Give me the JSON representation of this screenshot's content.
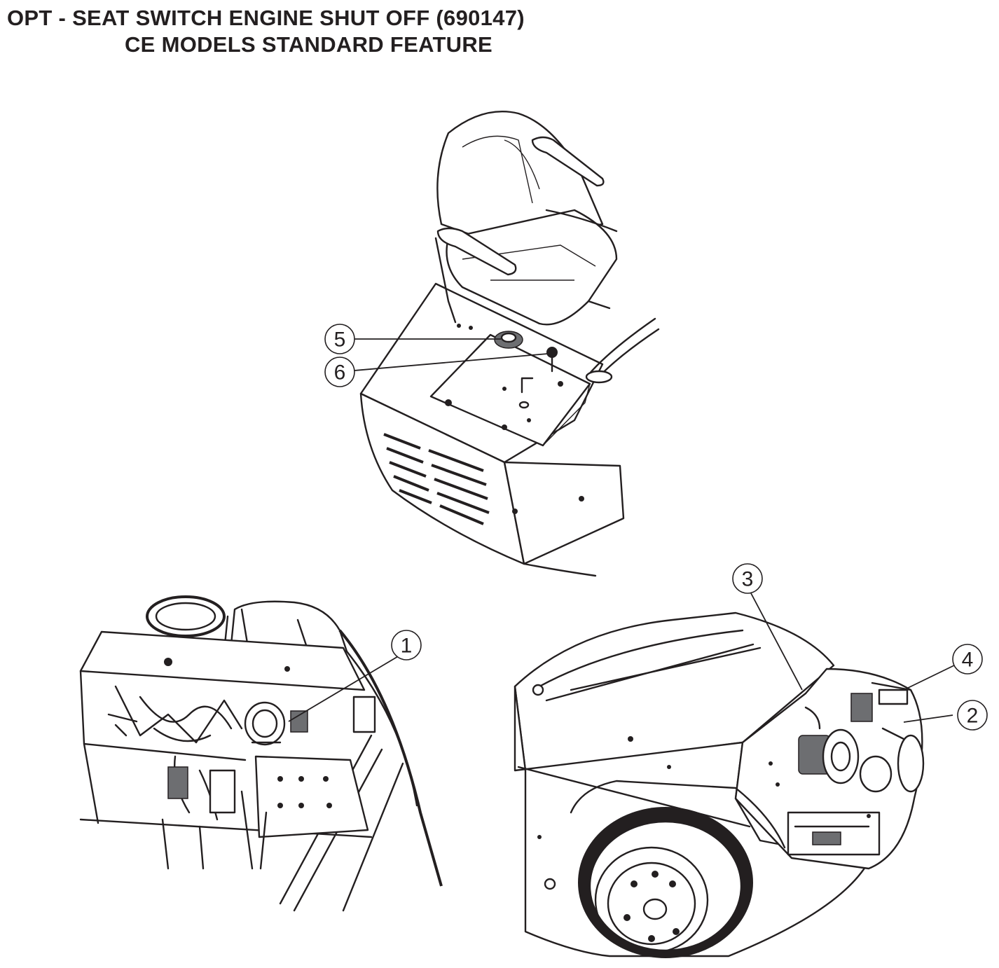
{
  "title": {
    "line1": "OPT - SEAT SWITCH ENGINE SHUT OFF (690147)",
    "line2": "CE MODELS STANDARD FEATURE"
  },
  "callouts": [
    {
      "id": "1",
      "label": "1"
    },
    {
      "id": "2",
      "label": "2"
    },
    {
      "id": "3",
      "label": "3"
    },
    {
      "id": "4",
      "label": "4"
    },
    {
      "id": "5",
      "label": "5"
    },
    {
      "id": "6",
      "label": "6"
    }
  ],
  "colors": {
    "ink": "#231f20",
    "paper": "#ffffff"
  }
}
